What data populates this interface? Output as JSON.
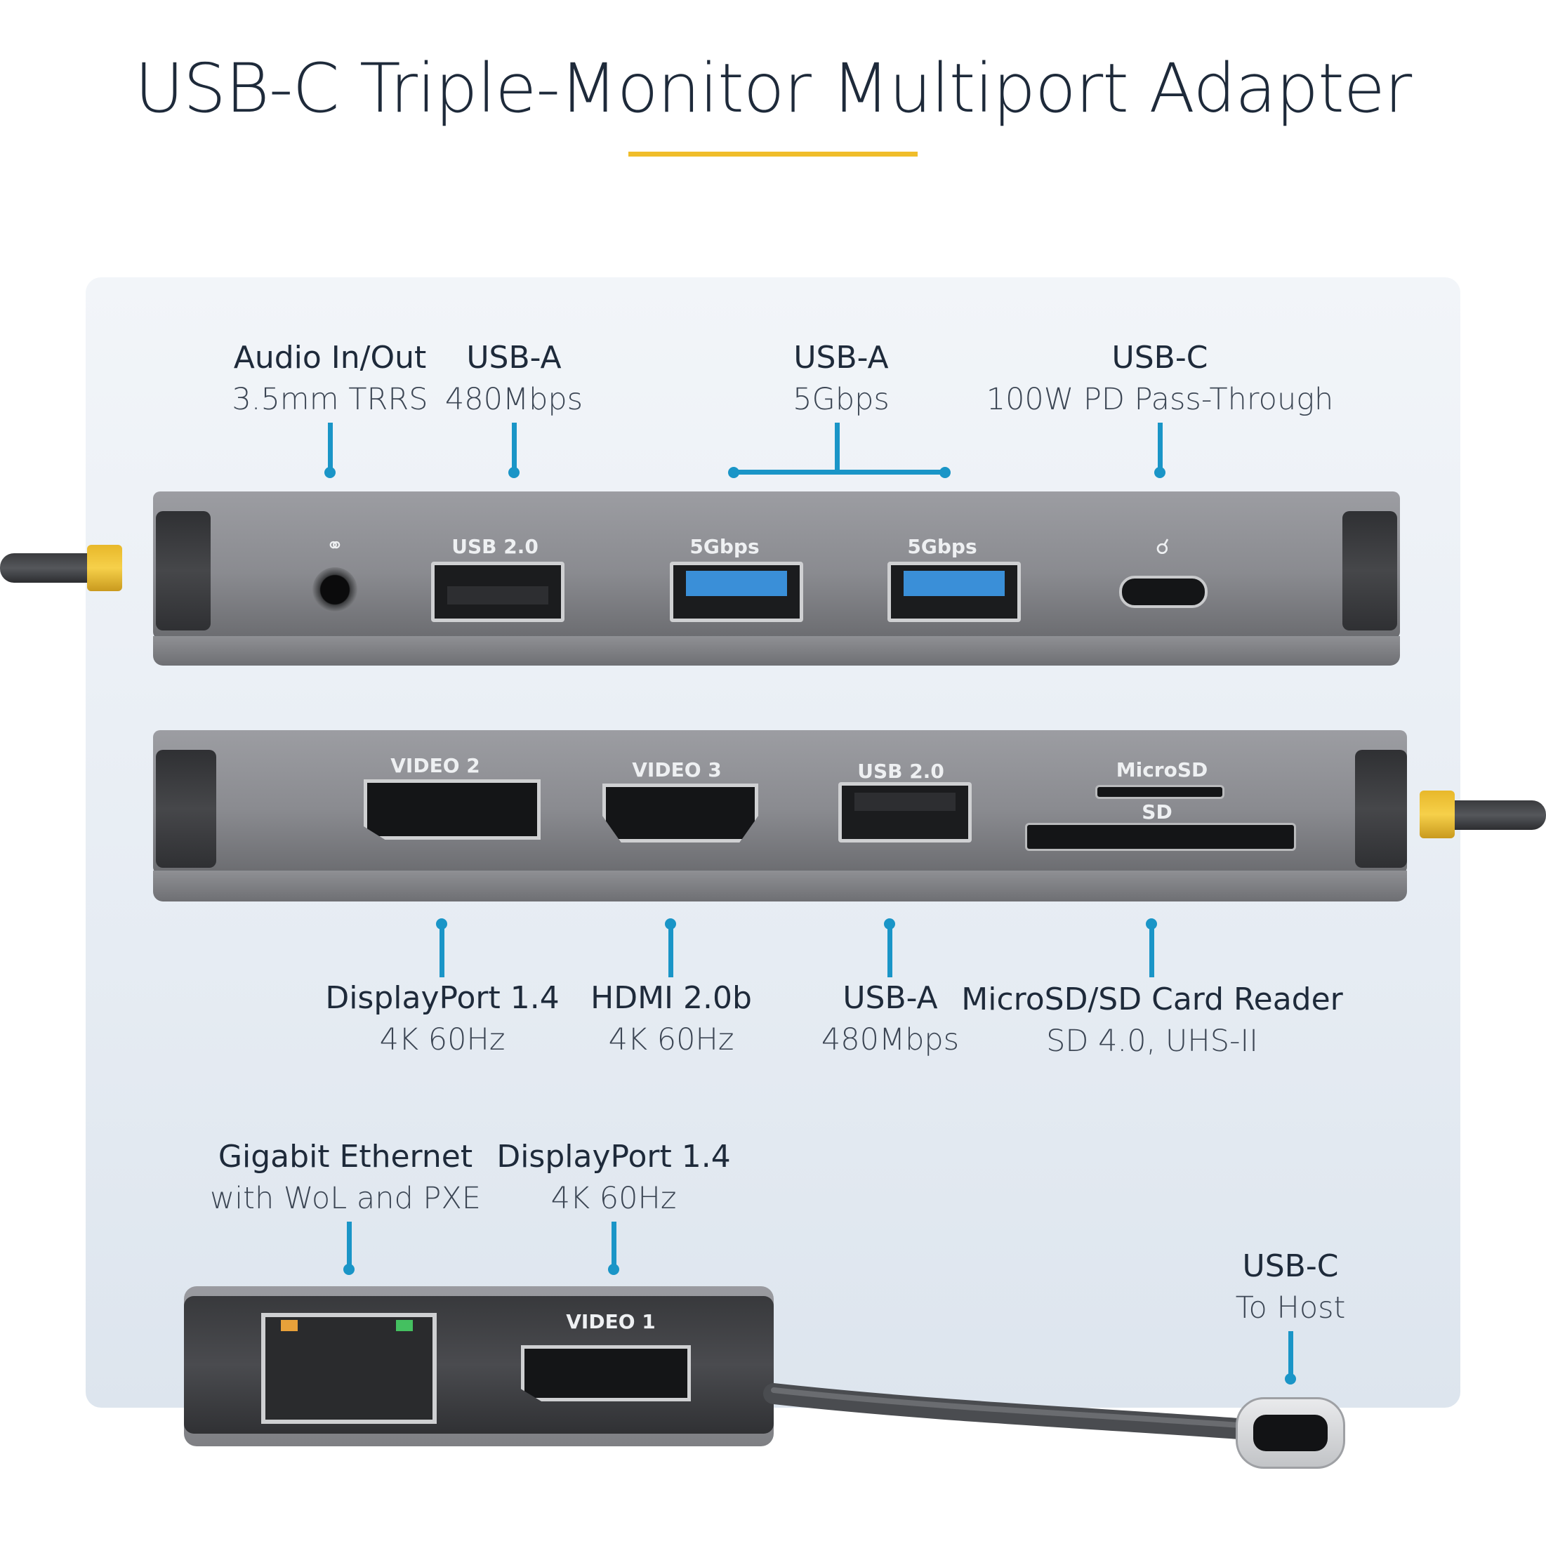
{
  "title": "USB-C Triple-Monitor Multiport Adapter",
  "colors": {
    "accent_rule": "#f0bd2a",
    "callout": "#1a95c7",
    "text": "#1e2a3a"
  },
  "top_labels": {
    "audio": {
      "main": "Audio In/Out",
      "sub": "3.5mm TRRS"
    },
    "usba1": {
      "main": "USB-A",
      "sub": "480Mbps"
    },
    "usba5g": {
      "main": "USB-A",
      "sub": "5Gbps"
    },
    "usbc_pd": {
      "main": "USB-C",
      "sub": "100W PD Pass-Through"
    }
  },
  "mid_labels": {
    "dp2": {
      "main": "DisplayPort 1.4",
      "sub": "4K 60Hz"
    },
    "hdmi": {
      "main": "HDMI 2.0b",
      "sub": "4K 60Hz"
    },
    "usba": {
      "main": "USB-A",
      "sub": "480Mbps"
    },
    "card": {
      "main": "MicroSD/SD Card Reader",
      "sub": "SD 4.0, UHS-II"
    }
  },
  "bottom_labels": {
    "ethernet": {
      "main": "Gigabit Ethernet",
      "sub": "with WoL and PXE"
    },
    "dp1": {
      "main": "DisplayPort 1.4",
      "sub": "4K 60Hz"
    },
    "host": {
      "main": "USB-C",
      "sub": "To Host"
    }
  },
  "device_markings": {
    "usb20_top": "USB 2.0",
    "g5_a": "5Gbps",
    "g5_b": "5Gbps",
    "video2": "VIDEO 2",
    "video3": "VIDEO 3",
    "usb20_mid": "USB 2.0",
    "microsd": "MicroSD",
    "sd": "SD",
    "video1": "VIDEO 1"
  },
  "icons": {
    "audio": "headset-icon",
    "power": "power-plug-icon"
  }
}
